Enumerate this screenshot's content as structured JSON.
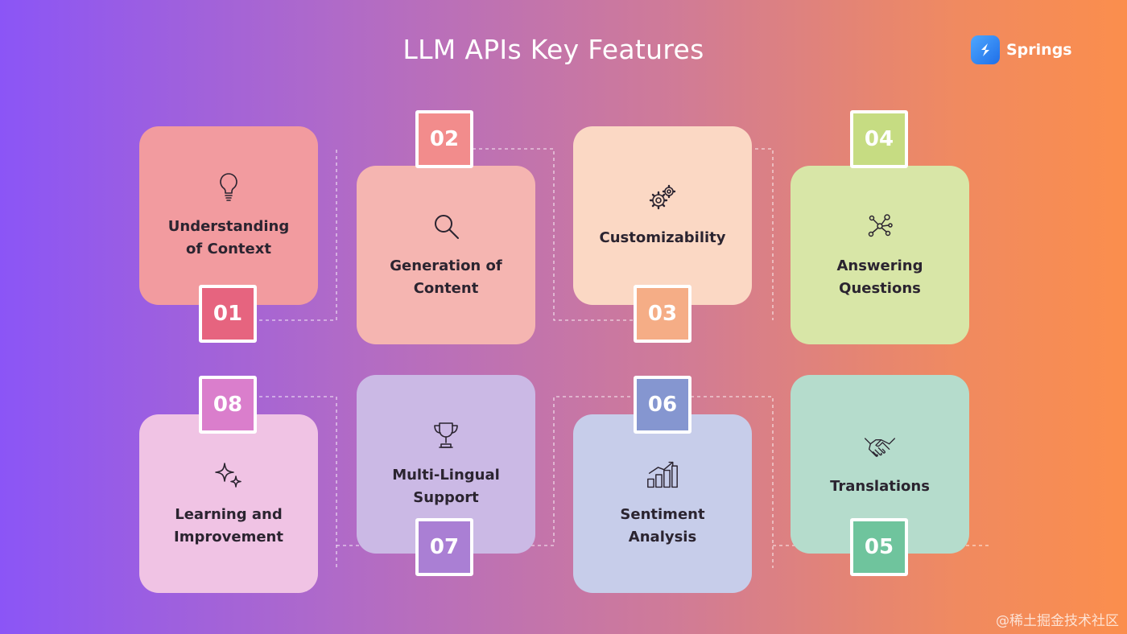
{
  "title": "LLM APIs Key Features",
  "logo": {
    "name": "Springs"
  },
  "features": [
    {
      "number": "01",
      "label": "Understanding of Context",
      "icon": "lightbulb-icon",
      "card_color": "#f29b9f",
      "badge_color": "#e6647f"
    },
    {
      "number": "02",
      "label": "Generation of Content",
      "icon": "search-icon",
      "card_color": "#f5b5b1",
      "badge_color": "#f28c8c"
    },
    {
      "number": "03",
      "label": "Customizability",
      "icon": "gears-icon",
      "card_color": "#fbd8c4",
      "badge_color": "#f5ad86"
    },
    {
      "number": "04",
      "label": "Answering Questions",
      "icon": "network-icon",
      "card_color": "#d8e6a7",
      "badge_color": "#c6dc82"
    },
    {
      "number": "05",
      "label": "Translations",
      "icon": "handshake-icon",
      "card_color": "#b5dccc",
      "badge_color": "#6fc49d"
    },
    {
      "number": "06",
      "label": "Sentiment Analysis",
      "icon": "growth-chart-icon",
      "card_color": "#c7cdea",
      "badge_color": "#8596d0"
    },
    {
      "number": "07",
      "label": "Multi-Lingual Support",
      "icon": "trophy-icon",
      "card_color": "#cbb9e5",
      "badge_color": "#aa7fd4"
    },
    {
      "number": "08",
      "label": "Learning and Improvement",
      "icon": "sparkle-icon",
      "card_color": "#f0c3e4",
      "badge_color": "#da7ecc"
    }
  ],
  "watermark": "@稀土掘金技术社区"
}
